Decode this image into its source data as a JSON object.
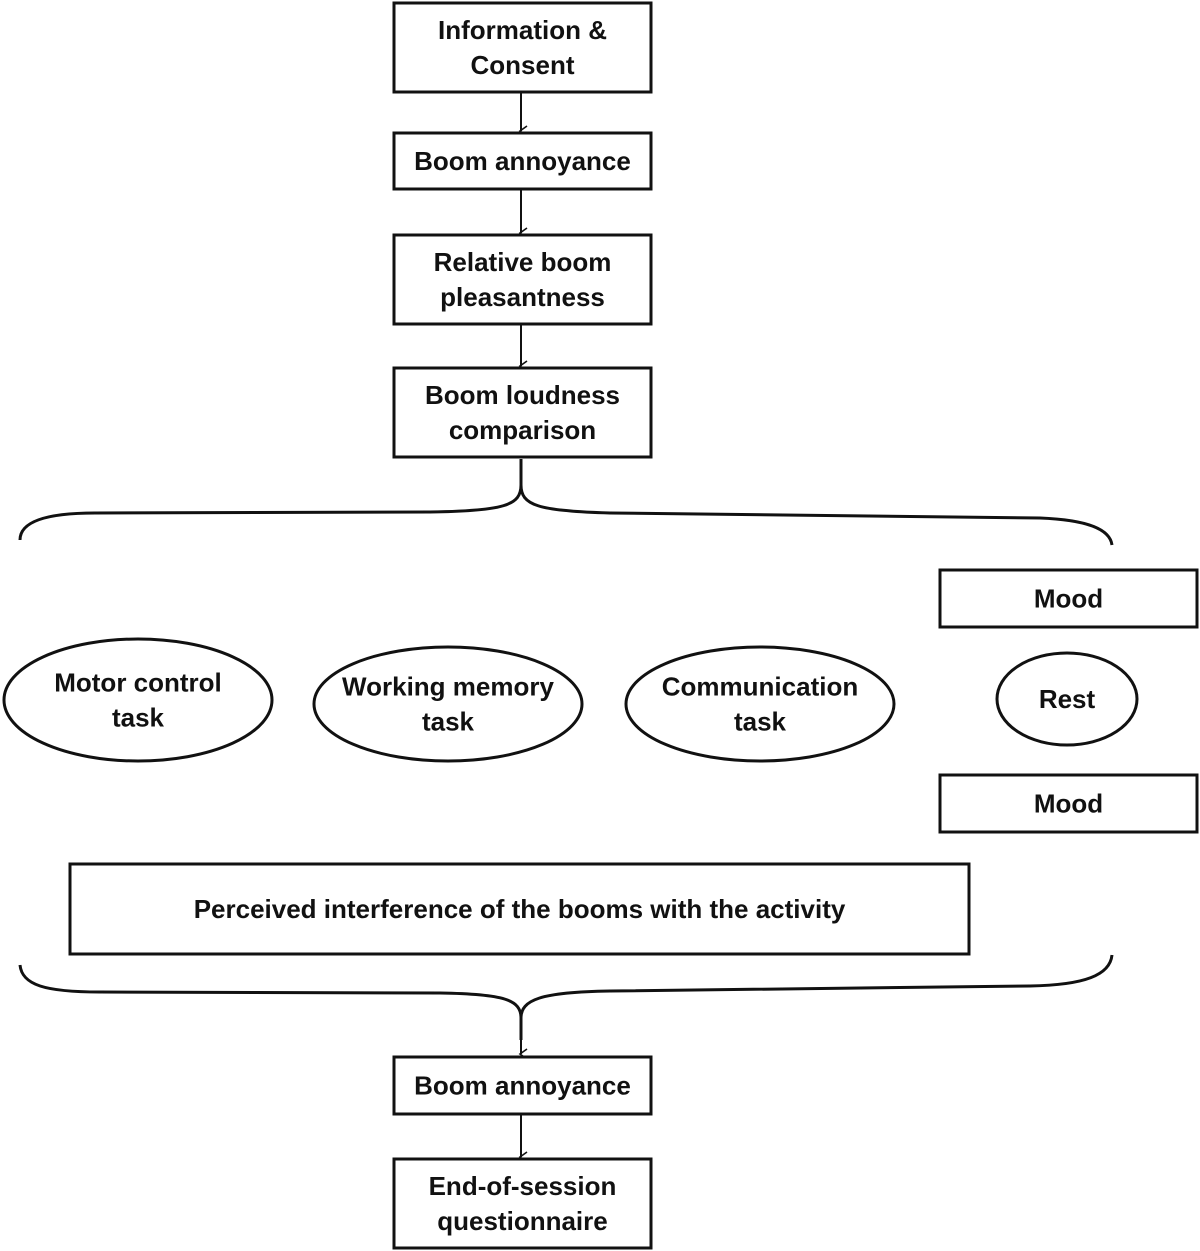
{
  "flowchart": {
    "steps_top": [
      {
        "id": "info",
        "lines": [
          "Information &",
          "Consent"
        ]
      },
      {
        "id": "boom-annoyance-1",
        "lines": [
          "Boom annoyance"
        ]
      },
      {
        "id": "relative-pleasantness",
        "lines": [
          "Relative boom",
          "pleasantness"
        ]
      },
      {
        "id": "loudness-comparison",
        "lines": [
          "Boom loudness",
          "comparison"
        ]
      }
    ],
    "activities": [
      {
        "id": "motor-control",
        "lines": [
          "Motor control",
          "task"
        ]
      },
      {
        "id": "working-memory",
        "lines": [
          "Working memory",
          "task"
        ]
      },
      {
        "id": "communication",
        "lines": [
          "Communication",
          "task"
        ]
      },
      {
        "id": "rest",
        "lines": [
          "Rest"
        ]
      }
    ],
    "mood_before": {
      "lines": [
        "Mood"
      ]
    },
    "mood_after": {
      "lines": [
        "Mood"
      ]
    },
    "interference": {
      "lines": [
        "Perceived interference of the booms with the activity"
      ]
    },
    "steps_bottom": [
      {
        "id": "boom-annoyance-2",
        "lines": [
          "Boom annoyance"
        ]
      },
      {
        "id": "end-questionnaire",
        "lines": [
          "End-of-session",
          "questionnaire"
        ]
      }
    ]
  },
  "colors": {
    "stroke": "#111111",
    "text": "#111111",
    "background": "#ffffff"
  }
}
